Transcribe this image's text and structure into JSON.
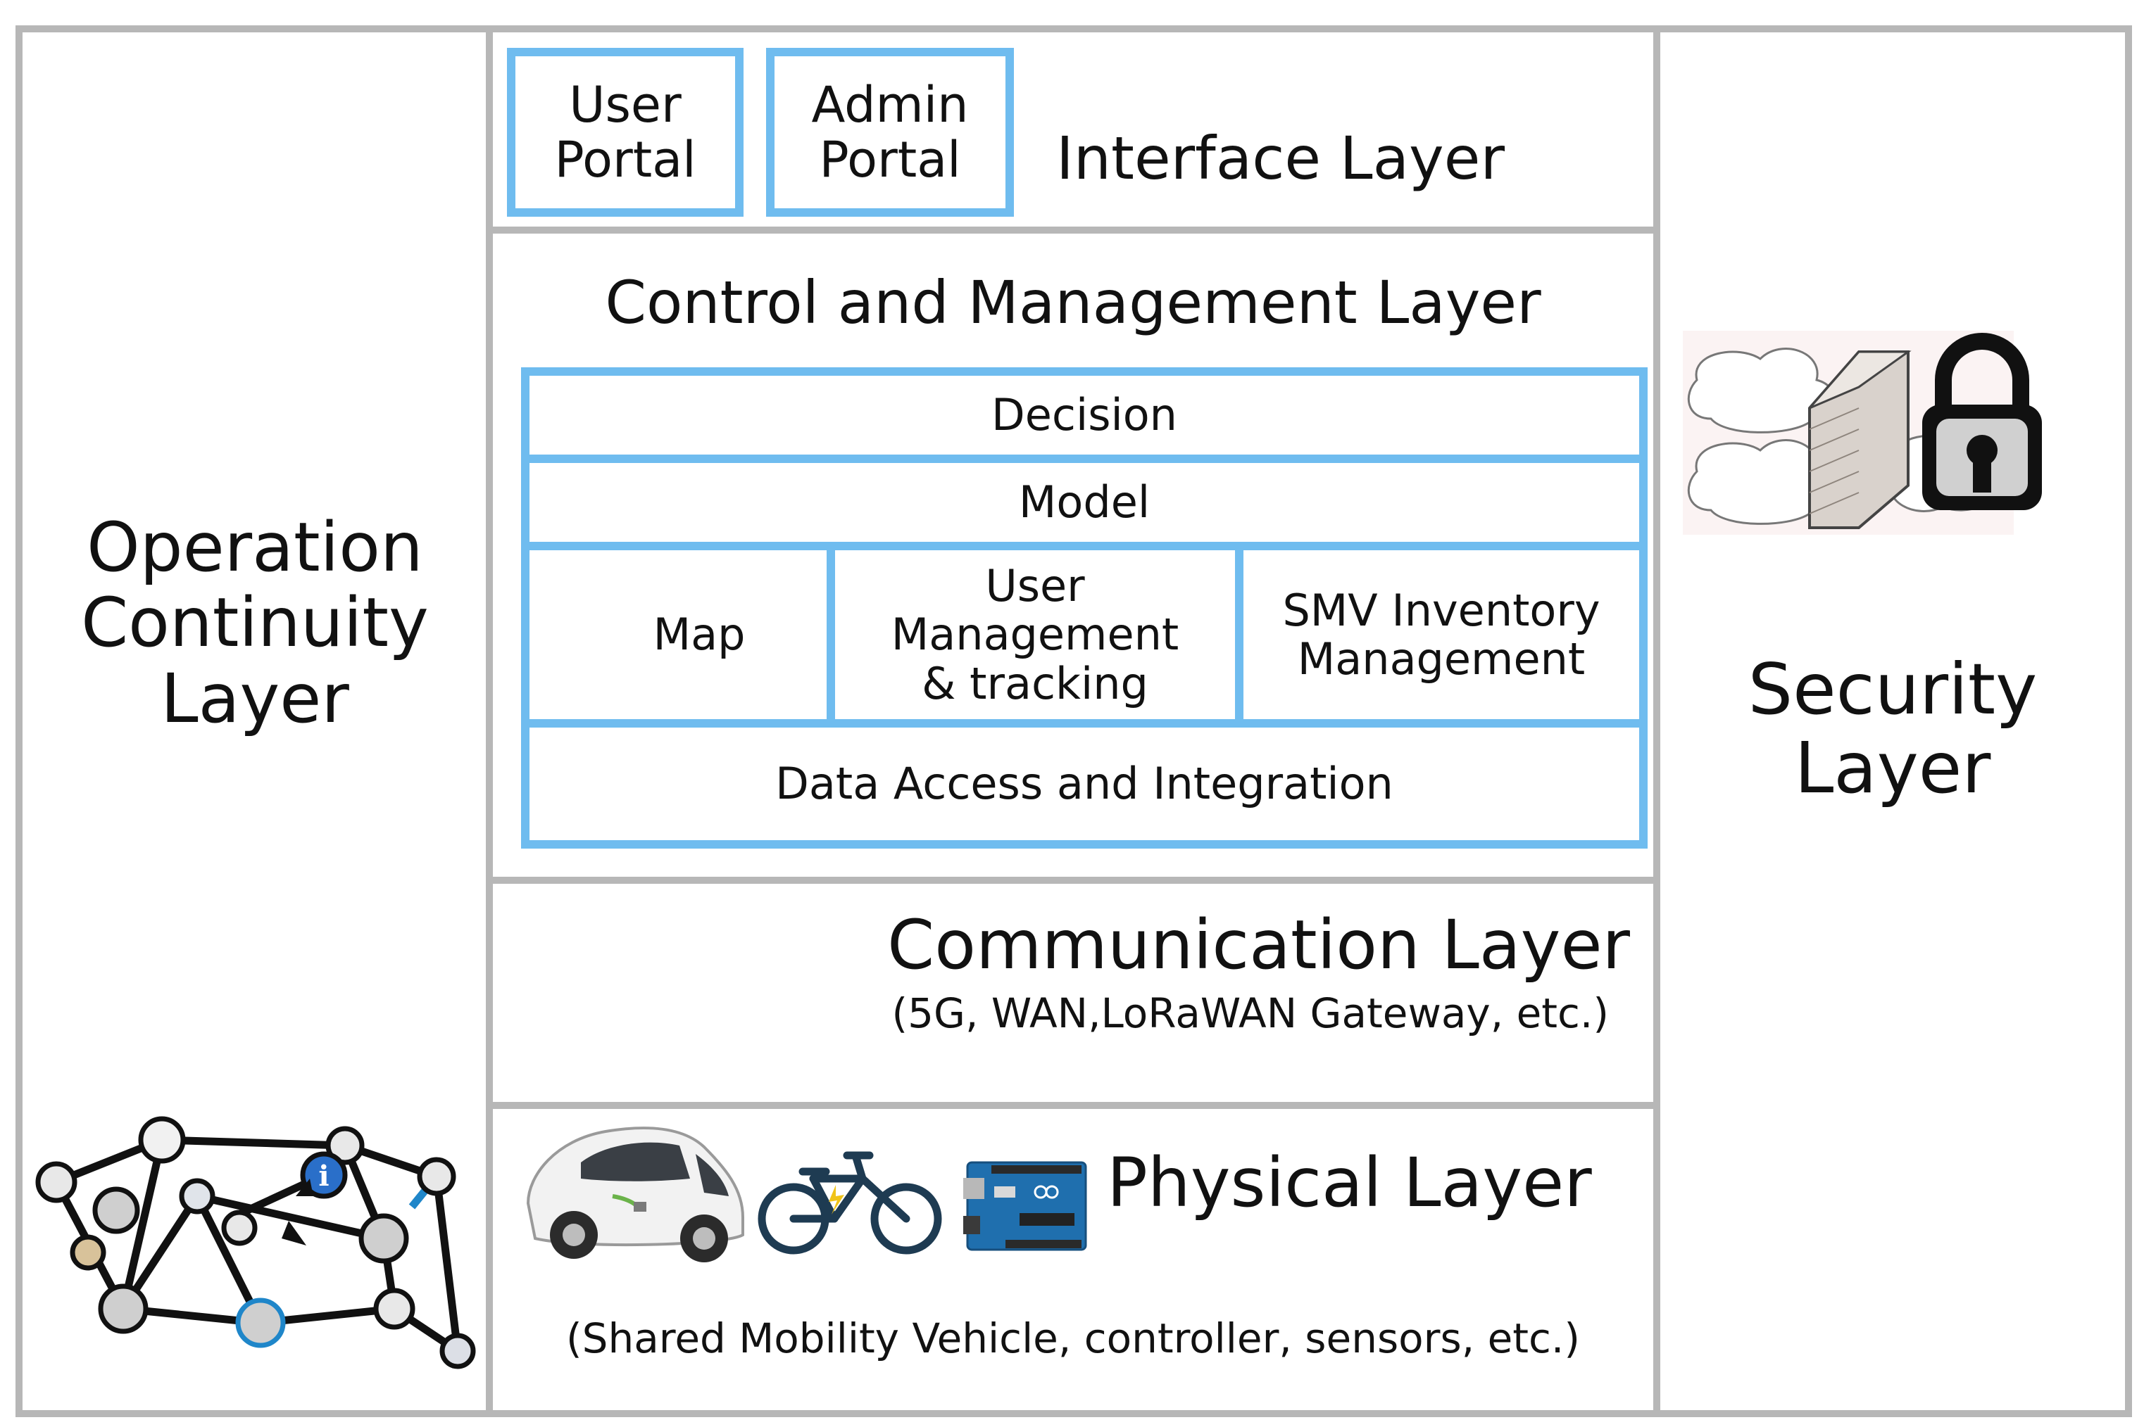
{
  "diagram": {
    "operation_continuity": {
      "label": "Operation\nContinuity\nLayer"
    },
    "security": {
      "label": "Security\nLayer"
    },
    "interface": {
      "label": "Interface Layer",
      "portals": [
        "User\nPortal",
        "Admin\nPortal"
      ]
    },
    "control_management": {
      "label": "Control and Management Layer",
      "decision": "Decision",
      "model": "Model",
      "map": "Map",
      "user_management": "User\nManagement\n& tracking",
      "smv_inventory": "SMV Inventory\nManagement",
      "data_access": "Data Access and Integration"
    },
    "communication": {
      "label": "Communication Layer",
      "sublabel": "(5G, WAN,LoRaWAN Gateway, etc.)"
    },
    "physical": {
      "label": "Physical Layer",
      "sublabel": "(Shared Mobility Vehicle, controller, sensors, etc.)"
    },
    "colors": {
      "accent_blue": "#6fbcef",
      "frame_gray": "#b7b7b7",
      "board_blue": "#1f6fae",
      "bike_navy": "#1e3b52",
      "bolt_yellow": "#f0c419"
    },
    "icons": [
      "network-graph-icon",
      "firewall-lock-icon",
      "electric-car-icon",
      "e-bike-icon",
      "arduino-board-icon"
    ]
  }
}
